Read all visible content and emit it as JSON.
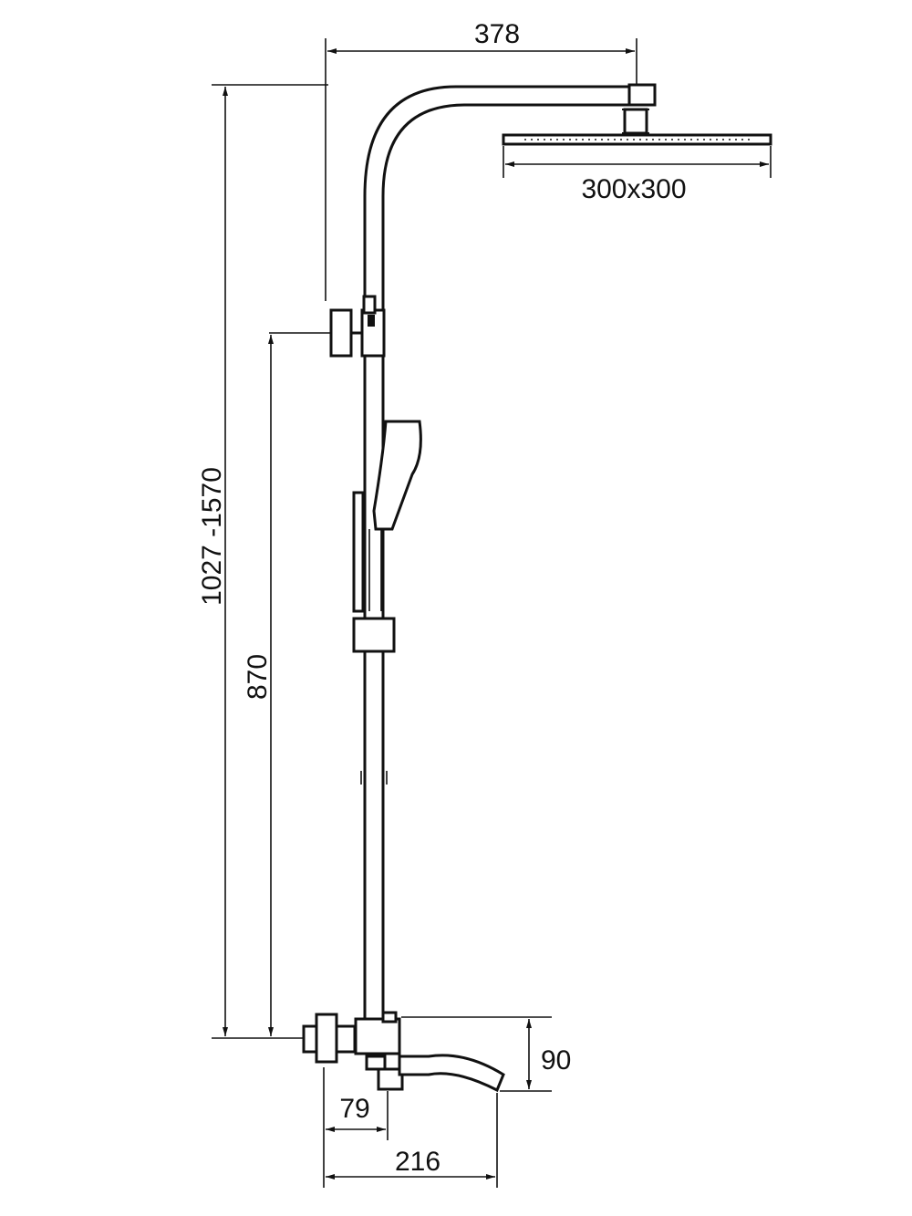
{
  "dimensions": {
    "arm_reach": "378",
    "head_size": "300x300",
    "height_range": "1027 -1570",
    "diverter_height": "870",
    "spout_height": "90",
    "mixer_offset": "79",
    "spout_reach": "216"
  },
  "colors": {
    "line": "#111111",
    "background": "#ffffff"
  }
}
